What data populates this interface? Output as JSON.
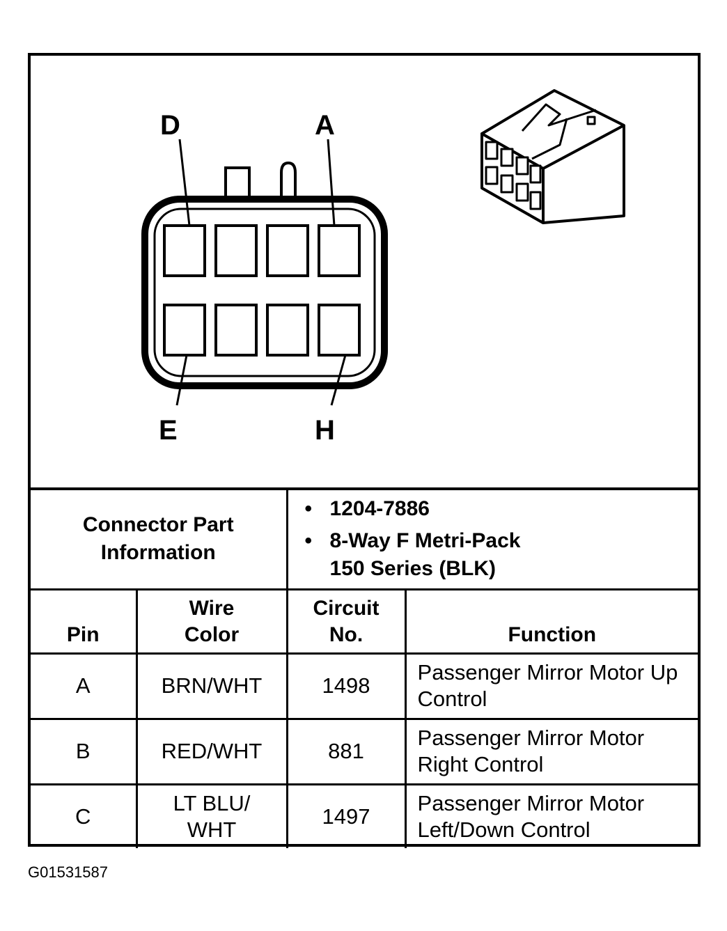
{
  "connector": {
    "pin_labels": {
      "top_left": "D",
      "top_right": "A",
      "bottom_left": "E",
      "bottom_right": "H"
    }
  },
  "part_info": {
    "label": "Connector Part Information",
    "items": [
      "1204-7886",
      "8-Way F Metri-Pack 150 Series (BLK)"
    ]
  },
  "table": {
    "headers": {
      "pin": "Pin",
      "wire_color": "Wire Color",
      "circuit_no": "Circuit No.",
      "function": "Function"
    },
    "rows": [
      {
        "pin": "A",
        "wire_color": "BRN/WHT",
        "circuit": "1498",
        "function": "Passenger Mirror Motor Up Control"
      },
      {
        "pin": "B",
        "wire_color": "RED/WHT",
        "circuit": "881",
        "function": "Passenger Mirror Motor Right Control"
      },
      {
        "pin": "C",
        "wire_color": "LT BLU/ WHT",
        "circuit": "1497",
        "function": "Passenger Mirror Motor Left/Down Control"
      }
    ]
  },
  "figure_id": "G01531587"
}
